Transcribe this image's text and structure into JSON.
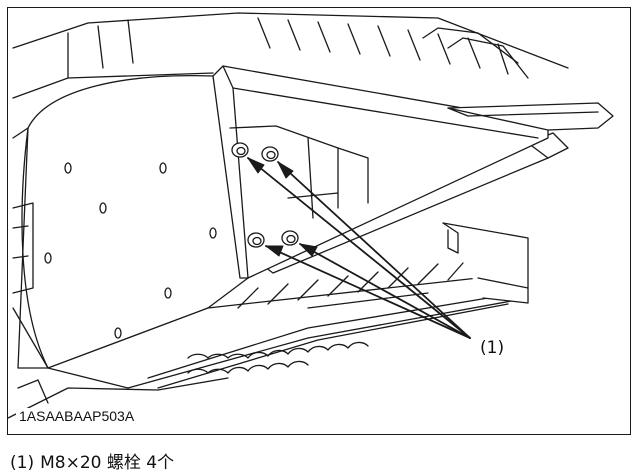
{
  "figure": {
    "callout_label": "(1)",
    "figure_code": "1ASAABAAP503A"
  },
  "caption": {
    "ref": "(1)",
    "text": "M8×20 螺栓 4个"
  },
  "colors": {
    "line": "#1a1a1a",
    "panel_fill": "#ffffff",
    "shade": "#e6e6e6"
  }
}
